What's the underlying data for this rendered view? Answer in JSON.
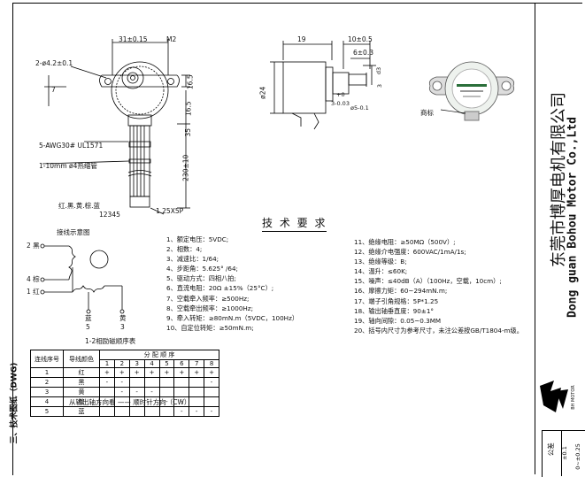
{
  "side_title": "三、技术图纸（DWG)",
  "company_cn": "东莞市博厚电机有限公司",
  "company_en": "Dong guan Bohou Motor Co.,Ltd",
  "brand_logo_text": "BH MOTOR",
  "tolerance_header": "公差",
  "tolerance_values": [
    "±0.1",
    "0~±0.25"
  ],
  "drawing": {
    "dim_width": "31±0.15",
    "dim_m2": "M2",
    "dim_holes": "2-ø4.2±0.1",
    "dim_7": "7",
    "dim_16_5_a": "16.5",
    "dim_16_5_b": "16.5",
    "dim_35": "35",
    "dim_230": "230±10",
    "wire_spec": "5-AWG30# UL1571",
    "heatshrink": "1-10mm ø4热缩管",
    "wire_colors": "红.黑.黄.棕.蓝",
    "connector_pins": "12345",
    "connector": "1.25X5P",
    "side_19": "19",
    "side_10": "10±0.5",
    "side_6": "6±0.3",
    "side_24": "ø24",
    "side_shaft": "ø5-0.1",
    "side_3": "3-0.03",
    "side_0": "+0",
    "side_d3": "d3",
    "side_3b": "3",
    "label_mark": "商标"
  },
  "wiring": {
    "title": "接线示意图",
    "labels": [
      "2 黑",
      "4 棕",
      "1 红",
      "蓝",
      "黄"
    ],
    "pins": [
      "5",
      "3"
    ],
    "caption": "1-2相励磁顺序表"
  },
  "specs_title": "技 术 要 求",
  "specs_left": [
    "1、额定电压：5VDC;",
    "2、相数：4;",
    "3、减速比：1/64;",
    "4、步距角：5.625° /64;",
    "5、驱动方式：四相八拍;",
    "6、直流电阻：20Ω ±15%（25°C）;",
    "7、空载牵入频率：≥500Hz;",
    "8、空载牵出频率：≥1000Hz;",
    "9、牵入转矩：≥80mN.m（5VDC，100Hz）",
    "10、自定位转矩：≥50mN.m;"
  ],
  "specs_right": [
    "11、绝缘电阻：≥50MΩ（500V）;",
    "12、绝缘介电强度：600VAC/1mA/1s;",
    "13、绝缘等级：B;",
    "14、温升：≤60K;",
    "15、噪声：≤40dB（A）（100Hz，空载，10cm）;",
    "16、摩擦力矩：60~294mN.m;",
    "17、端子引角规格：5P*1.25",
    "18、输出轴垂直度：90±1°",
    "19、轴向间隙：0.05~0.3MM",
    "20、括号内尺寸为参考尺寸，未注公差按GB/T1804-m级。"
  ],
  "sequence_table": {
    "col_seq": "连线序号",
    "col_color": "导线颜色",
    "col_order": "分 配 顺 序",
    "steps": [
      "1",
      "2",
      "3",
      "4",
      "5",
      "6",
      "7",
      "8"
    ],
    "rows": [
      {
        "n": "1",
        "color": "红",
        "cells": [
          "+",
          "+",
          "+",
          "+",
          "+",
          "+",
          "+",
          "+"
        ]
      },
      {
        "n": "2",
        "color": "黑",
        "cells": [
          "-",
          "-",
          "",
          "",
          "",
          "",
          "",
          "-"
        ]
      },
      {
        "n": "3",
        "color": "黄",
        "cells": [
          "",
          "-",
          "-",
          "-",
          "",
          "",
          "",
          ""
        ]
      },
      {
        "n": "4",
        "color": "棕",
        "cells": [
          "",
          "",
          "",
          "-",
          "-",
          "-",
          "",
          ""
        ]
      },
      {
        "n": "5",
        "color": "蓝",
        "cells": [
          "",
          "",
          "",
          "",
          "",
          "-",
          "-",
          "-"
        ]
      }
    ],
    "direction": "从输出轴方向看 —— 顺时针方向（CW）"
  }
}
